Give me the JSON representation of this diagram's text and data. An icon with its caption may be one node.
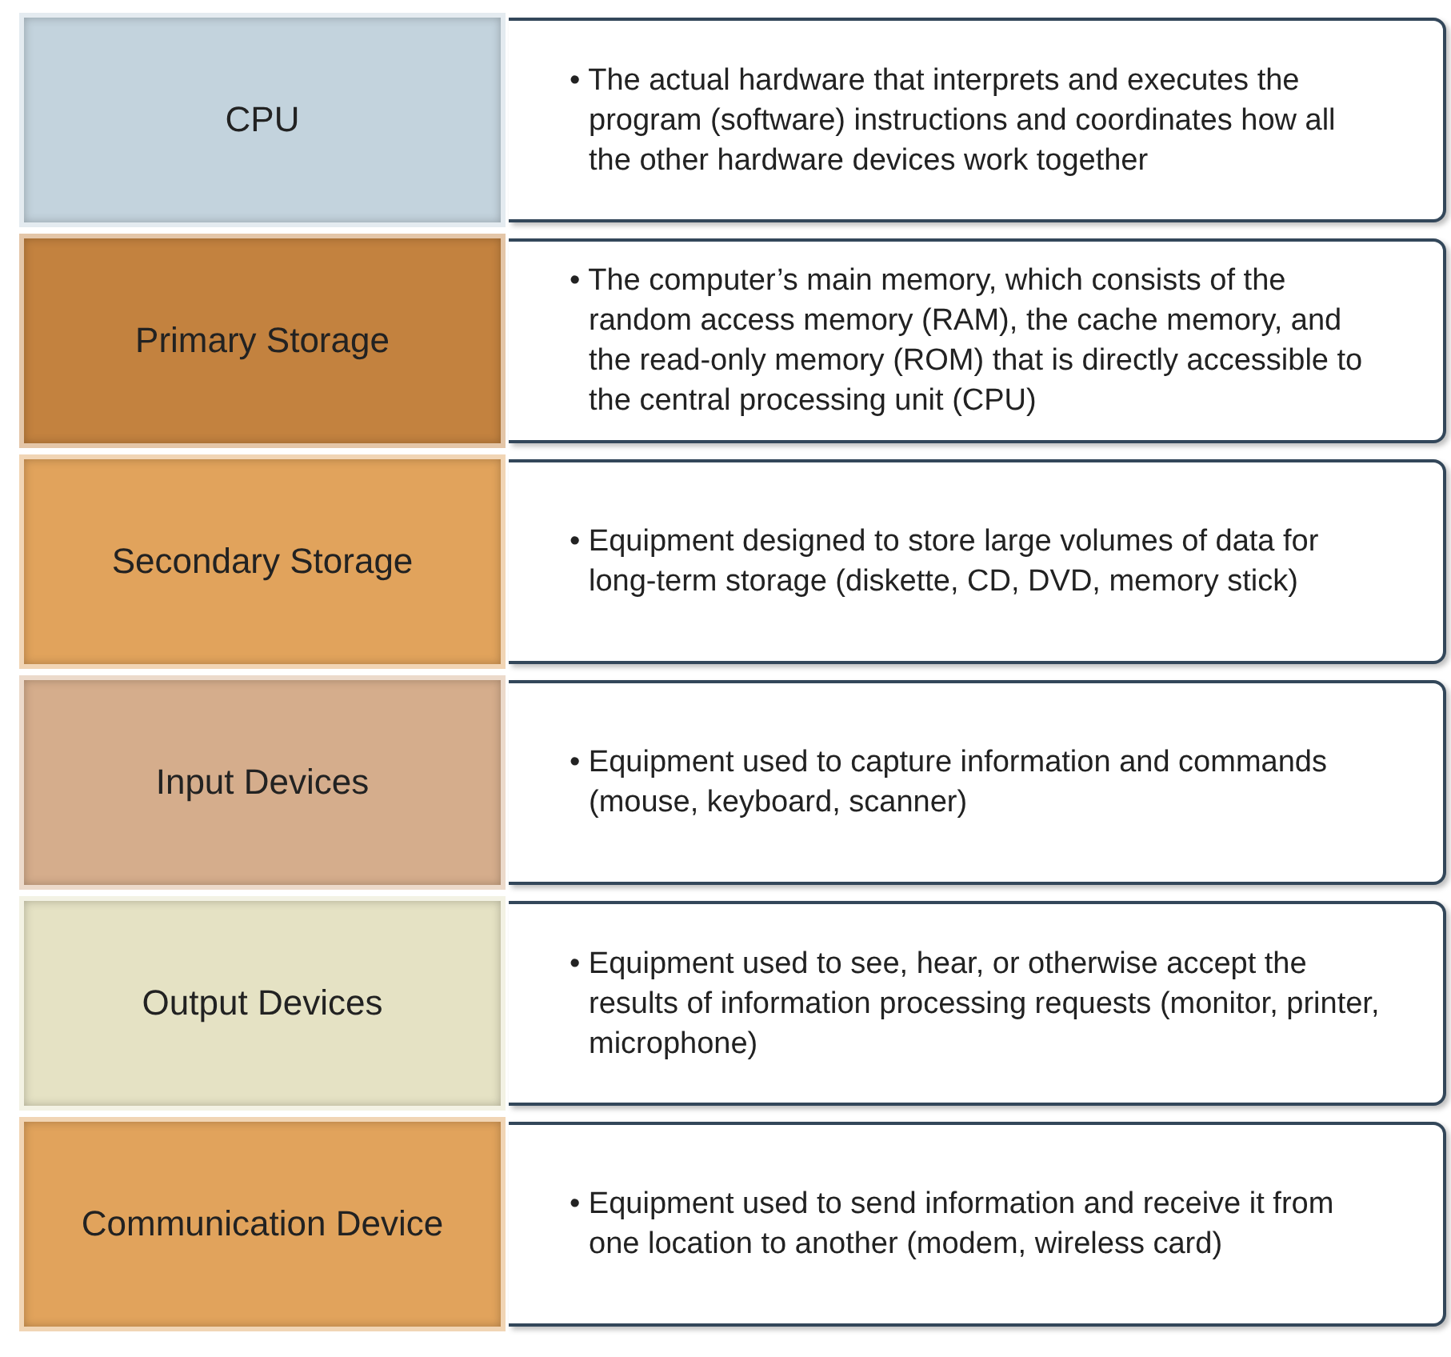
{
  "diagram": {
    "nodes": [
      {
        "text": [
          "CPU"
        ]
      },
      {
        "text": [
          "• The actual hardware that interprets and executes the program (software) instructions and coordinates how all the other hardware devices work together"
        ]
      },
      {
        "text": [
          "Primary Storage"
        ]
      },
      {
        "text": [
          "• The computer’s main memory, which consists of the random access memory (RAM), the cache memory, and the read-only memory (ROM) that is directly accessible to the central processing unit (CPU)"
        ]
      },
      {
        "text": [
          "Secondary Storage"
        ]
      },
      {
        "text": [
          "• Equipment designed to store large volumes of data for long-term storage (diskette, CD, DVD, memory stick)"
        ]
      },
      {
        "text": [
          "Input Devices"
        ]
      },
      {
        "text": [
          "• Equipment used to capture information and commands (mouse, keyboard, scanner)"
        ]
      },
      {
        "text": [
          "Output Devices"
        ]
      },
      {
        "text": [
          "• Equipment used to see, hear, or otherwise accept the results of information processing requests (monitor, printer, microphone)"
        ]
      },
      {
        "text": [
          "Communication Device"
        ]
      },
      {
        "text": [
          "• Equipment used to send information and receive it from one location to another (modem, wireless card)"
        ]
      }
    ]
  }
}
